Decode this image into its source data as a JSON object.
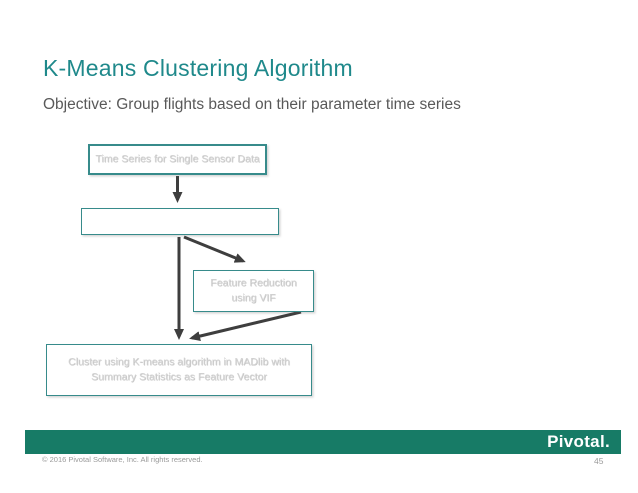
{
  "slide": {
    "title": "K-Means Clustering Algorithm",
    "subtitle": "Objective: Group flights based on their parameter time series"
  },
  "diagram": {
    "nodes": [
      {
        "id": "time-series",
        "label": "Time Series for Single Sensor Data"
      },
      {
        "id": "blank",
        "label": ""
      },
      {
        "id": "feature-reduction",
        "label": "Feature Reduction using VIF"
      },
      {
        "id": "cluster",
        "label": "Cluster using K-means algorithm in MADlib with Summary Statistics as Feature Vector"
      }
    ],
    "edges": [
      {
        "from": "time-series",
        "to": "blank"
      },
      {
        "from": "blank",
        "to": "cluster"
      },
      {
        "from": "blank",
        "to": "feature-reduction"
      },
      {
        "from": "feature-reduction",
        "to": "cluster"
      }
    ]
  },
  "footer": {
    "logo_text": "Pivotal.",
    "copyright": "© 2016 Pivotal Software, Inc. All rights reserved.",
    "page_number": "45"
  },
  "colors": {
    "title_teal": "#1f898b",
    "subtitle_gray": "#595959",
    "box_border_teal": "#378b8b",
    "box_text_gray": "#d4d4d4",
    "arrow_dark": "#3e3e3e",
    "footer_bar_teal": "#177b66"
  }
}
